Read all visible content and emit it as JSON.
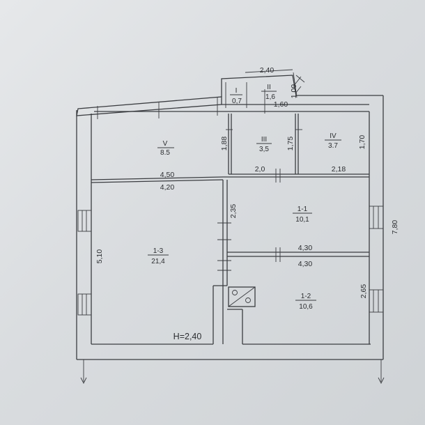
{
  "rooms": [
    {
      "id": "I",
      "area": "0,7"
    },
    {
      "id": "II",
      "area": "1,6"
    },
    {
      "id": "III",
      "area": "3,5"
    },
    {
      "id": "IV",
      "area": "3.7"
    },
    {
      "id": "V",
      "area": "8.5"
    },
    {
      "id": "1-1",
      "area": "10,1"
    },
    {
      "id": "1-2",
      "area": "10,6"
    },
    {
      "id": "1-3",
      "area": "21,4"
    }
  ],
  "dimensions": {
    "porch_top": "2,40",
    "porch_side": "1,00",
    "porch_bottom": "1,60",
    "d_1_88": "1,88",
    "d_1_75": "1,75",
    "d_1_70": "1,70",
    "d_2_0": "2,0",
    "d_2_18": "2,18",
    "d_4_50": "4,50",
    "d_4_20": "4,20",
    "d_2_35": "2,35",
    "d_4_30_upper": "4,30",
    "d_4_30_lower": "4,30",
    "d_5_10": "5,10",
    "d_2_65": "2,65",
    "d_7_80": "7,80"
  },
  "ceiling_height": "H=2,40"
}
